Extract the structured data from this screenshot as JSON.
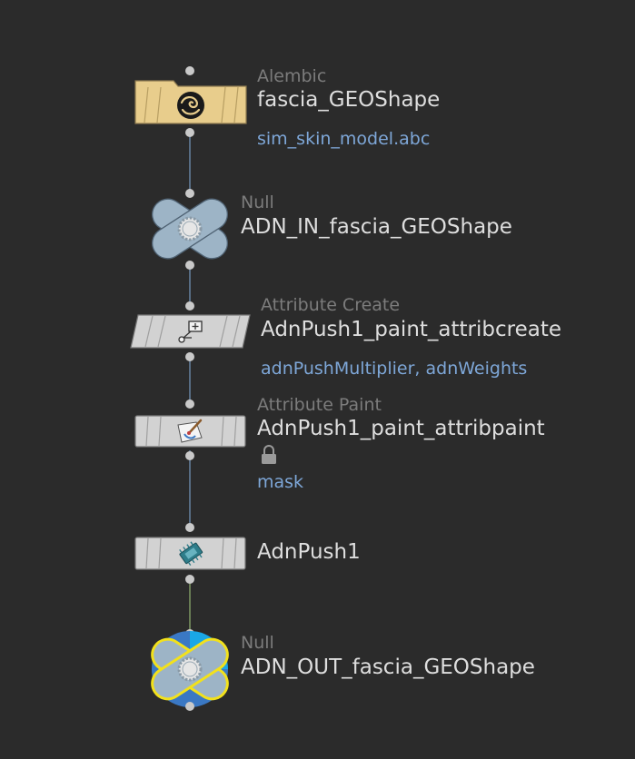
{
  "nodes": [
    {
      "id": "alembic",
      "type": "Alembic",
      "name": "fascia_GEOShape",
      "params": "sim_skin_model.abc",
      "icon": "alembic-icon"
    },
    {
      "id": "null_in",
      "type": "Null",
      "name": "ADN_IN_fascia_GEOShape",
      "icon": "gear-icon"
    },
    {
      "id": "attribcreate",
      "type": "Attribute Create",
      "name": "AdnPush1_paint_attribcreate",
      "params": "adnPushMultiplier, adnWeights",
      "icon": "attribcreate-icon"
    },
    {
      "id": "attribpaint",
      "type": "Attribute Paint",
      "name": "AdnPush1_paint_attribpaint",
      "params": "mask",
      "icon": "paint-brush-icon",
      "locked": true
    },
    {
      "id": "adnpush",
      "name": "AdnPush1",
      "icon": "chip-icon"
    },
    {
      "id": "null_out",
      "type": "Null",
      "name": "ADN_OUT_fascia_GEOShape",
      "icon": "gear-icon",
      "display_flag": true
    }
  ],
  "colors": {
    "background": "#2b2b2b",
    "alembic_node": "#e8cd8c",
    "null_node": "#9db4c6",
    "sop_node": "#d2d2d2",
    "wire": "#6f8fb3",
    "selected_outline": "#f2e11b",
    "type_label": "#7c7c7c",
    "name_label": "#dedede",
    "param_label": "#7ea7d8"
  }
}
